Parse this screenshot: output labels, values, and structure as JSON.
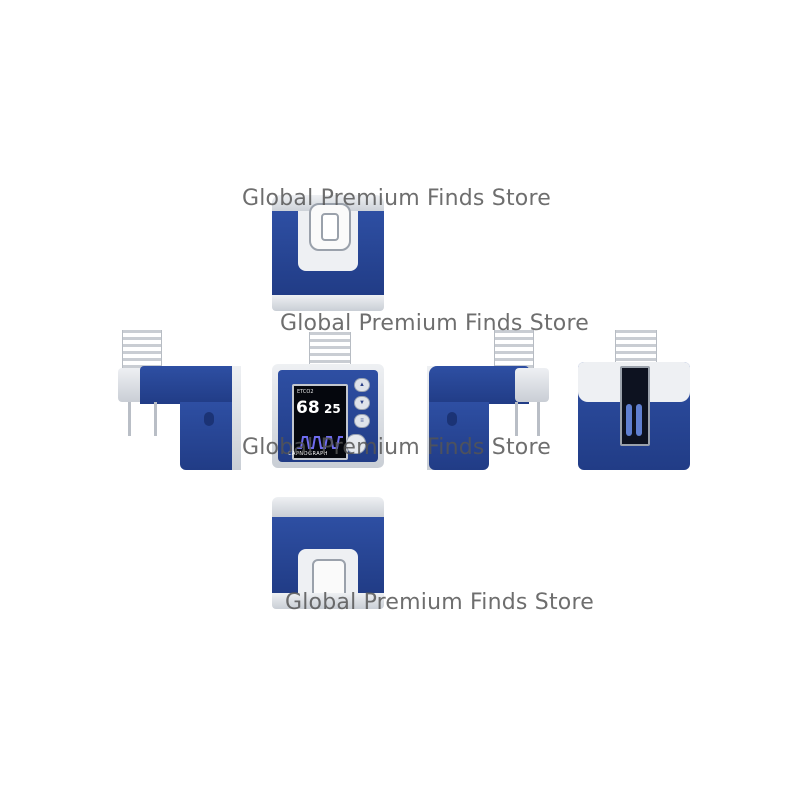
{
  "watermark": {
    "text": "Global Premium Finds Store"
  },
  "device_screen": {
    "label": "ETCO2",
    "value_primary": "68",
    "value_secondary": "25"
  },
  "device_front": {
    "brand": "CAPNOGRAPH"
  },
  "colors": {
    "device_blue": "#2a479a",
    "silver": "#d5d9df",
    "screen_bg": "#05070d",
    "wave": "#6f6cf0"
  }
}
